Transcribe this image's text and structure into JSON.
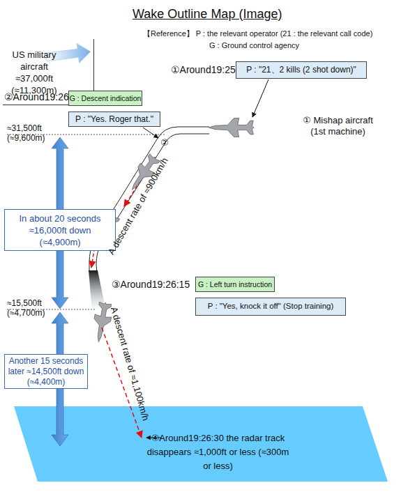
{
  "diagram": {
    "title": "Wake Outline Map (Image)",
    "nodes": [
      {
        "text": [
          "US military aircraft ≈37,000ft (≈11,300m)"
        ]
      },
      {
        "text": [
          "P : \"21、2 kills (2 shot down)\""
        ]
      },
      {
        "text": [
          "G : Descent indication"
        ]
      },
      {
        "text": [
          "P : \"Yes. Roger that.\""
        ]
      },
      {
        "text": [
          "In about 20 seconds ≈16,000ft down (≈4,900m)"
        ]
      },
      {
        "text": [
          "G : Left turn instruction"
        ]
      },
      {
        "text": [
          "P : \"Yes, knock it off\" (Stop training)"
        ]
      },
      {
        "text": [
          "Another 15 seconds later ≈14,500ft down (≈4,400m)"
        ]
      },
      {
        "text": [
          "④Around19:26:30 the radar track disappears ≈1,000ft or less (≈300m or less)"
        ]
      }
    ],
    "labels": [
      "【Reference】 P : the relevant operator (21 : the relevant call code)",
      "G : Ground control agency",
      "①Around19:25",
      "②Around19:26",
      "① Mishap aircraft (1st machine)",
      "②",
      "≈31,500ft (≈9,600m)",
      "A descent rate of ≈900km/h",
      "③Around19:26:15",
      "≈15,500ft (≈4,700m)",
      "A descent rate of ≈1,100km/h"
    ]
  }
}
